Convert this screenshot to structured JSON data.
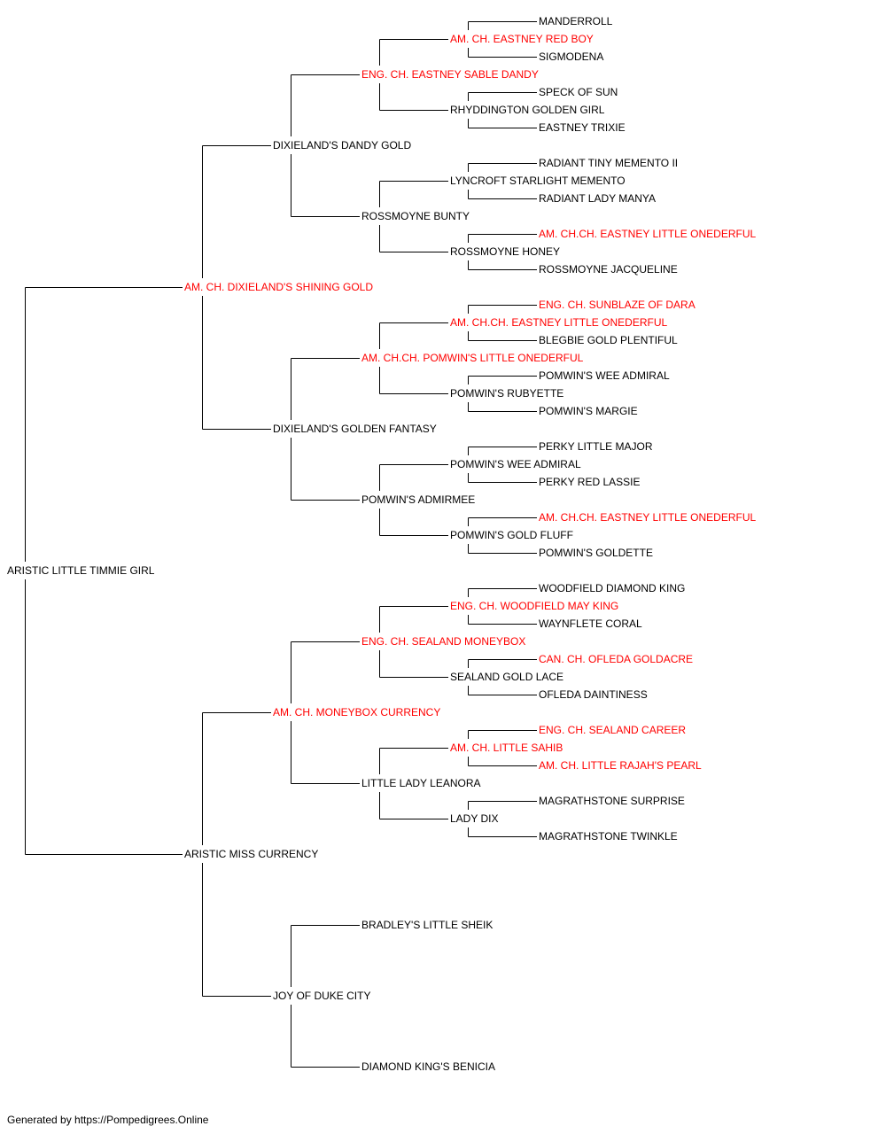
{
  "champion_color": "#ff0000",
  "text_color": "#000000",
  "line_color": "#000000",
  "footer": "Generated by https://Pompedigrees.Online",
  "nodes": [
    {
      "id": "root",
      "gen": 0,
      "row": 31,
      "name": "ARISTIC LITTLE TIMMIE GIRL",
      "champion": false
    },
    {
      "id": "s",
      "gen": 1,
      "row": 15,
      "name": "AM. CH. DIXIELAND'S SHINING GOLD",
      "champion": true,
      "parent": "root"
    },
    {
      "id": "d",
      "gen": 1,
      "row": 47,
      "name": "ARISTIC MISS CURRENCY",
      "champion": false,
      "parent": "root"
    },
    {
      "id": "ss",
      "gen": 2,
      "row": 7,
      "name": "DIXIELAND'S DANDY GOLD",
      "champion": false,
      "parent": "s"
    },
    {
      "id": "sd",
      "gen": 2,
      "row": 23,
      "name": "DIXIELAND'S GOLDEN FANTASY",
      "champion": false,
      "parent": "s"
    },
    {
      "id": "ds",
      "gen": 2,
      "row": 39,
      "name": "AM. CH. MONEYBOX CURRENCY",
      "champion": true,
      "parent": "d"
    },
    {
      "id": "dd",
      "gen": 2,
      "row": 55,
      "name": "JOY OF DUKE CITY",
      "champion": false,
      "parent": "d"
    },
    {
      "id": "sss",
      "gen": 3,
      "row": 3,
      "name": "ENG. CH. EASTNEY SABLE DANDY",
      "champion": true,
      "parent": "ss"
    },
    {
      "id": "ssd",
      "gen": 3,
      "row": 11,
      "name": "ROSSMOYNE BUNTY",
      "champion": false,
      "parent": "ss"
    },
    {
      "id": "sds",
      "gen": 3,
      "row": 19,
      "name": "AM. CH.CH. POMWIN'S LITTLE ONEDERFUL",
      "champion": true,
      "parent": "sd"
    },
    {
      "id": "sdd",
      "gen": 3,
      "row": 27,
      "name": "POMWIN'S ADMIRMEE",
      "champion": false,
      "parent": "sd"
    },
    {
      "id": "dss",
      "gen": 3,
      "row": 35,
      "name": "ENG. CH. SEALAND MONEYBOX",
      "champion": true,
      "parent": "ds"
    },
    {
      "id": "dsd",
      "gen": 3,
      "row": 43,
      "name": "LITTLE LADY LEANORA",
      "champion": false,
      "parent": "ds"
    },
    {
      "id": "dds",
      "gen": 3,
      "row": 51,
      "name": "BRADLEY'S LITTLE SHEIK",
      "champion": false,
      "parent": "dd"
    },
    {
      "id": "ddd",
      "gen": 3,
      "row": 59,
      "name": "DIAMOND KING'S BENICIA",
      "champion": false,
      "parent": "dd"
    },
    {
      "id": "ssss",
      "gen": 4,
      "row": 1,
      "name": "AM. CH. EASTNEY RED BOY",
      "champion": true,
      "parent": "sss"
    },
    {
      "id": "sssd",
      "gen": 4,
      "row": 5,
      "name": "RHYDDINGTON GOLDEN GIRL",
      "champion": false,
      "parent": "sss"
    },
    {
      "id": "ssds",
      "gen": 4,
      "row": 9,
      "name": "LYNCROFT STARLIGHT MEMENTO",
      "champion": false,
      "parent": "ssd"
    },
    {
      "id": "ssdd",
      "gen": 4,
      "row": 13,
      "name": "ROSSMOYNE HONEY",
      "champion": false,
      "parent": "ssd"
    },
    {
      "id": "sdss",
      "gen": 4,
      "row": 17,
      "name": "AM. CH.CH. EASTNEY LITTLE ONEDERFUL",
      "champion": true,
      "parent": "sds"
    },
    {
      "id": "sdsd",
      "gen": 4,
      "row": 21,
      "name": "POMWIN'S RUBYETTE",
      "champion": false,
      "parent": "sds"
    },
    {
      "id": "sdds",
      "gen": 4,
      "row": 25,
      "name": "POMWIN'S WEE ADMIRAL",
      "champion": false,
      "parent": "sdd"
    },
    {
      "id": "sddd",
      "gen": 4,
      "row": 29,
      "name": "POMWIN'S GOLD FLUFF",
      "champion": false,
      "parent": "sdd"
    },
    {
      "id": "dsss",
      "gen": 4,
      "row": 33,
      "name": "ENG. CH. WOODFIELD MAY KING",
      "champion": true,
      "parent": "dss"
    },
    {
      "id": "dssd",
      "gen": 4,
      "row": 37,
      "name": "SEALAND GOLD LACE",
      "champion": false,
      "parent": "dss"
    },
    {
      "id": "dsds",
      "gen": 4,
      "row": 41,
      "name": "AM. CH. LITTLE SAHIB",
      "champion": true,
      "parent": "dsd"
    },
    {
      "id": "dsdd",
      "gen": 4,
      "row": 45,
      "name": "LADY DIX",
      "champion": false,
      "parent": "dsd"
    },
    {
      "id": "g5-0",
      "gen": 5,
      "row": 0,
      "name": "MANDERROLL",
      "champion": false,
      "parent": "ssss"
    },
    {
      "id": "g5-1",
      "gen": 5,
      "row": 2,
      "name": "SIGMODENA",
      "champion": false,
      "parent": "ssss"
    },
    {
      "id": "g5-2",
      "gen": 5,
      "row": 4,
      "name": "SPECK OF SUN",
      "champion": false,
      "parent": "sssd"
    },
    {
      "id": "g5-3",
      "gen": 5,
      "row": 6,
      "name": "EASTNEY TRIXIE",
      "champion": false,
      "parent": "sssd"
    },
    {
      "id": "g5-4",
      "gen": 5,
      "row": 8,
      "name": "RADIANT TINY MEMENTO II",
      "champion": false,
      "parent": "ssds"
    },
    {
      "id": "g5-5",
      "gen": 5,
      "row": 10,
      "name": "RADIANT LADY MANYA",
      "champion": false,
      "parent": "ssds"
    },
    {
      "id": "g5-6",
      "gen": 5,
      "row": 12,
      "name": "AM. CH.CH. EASTNEY LITTLE ONEDERFUL",
      "champion": true,
      "parent": "ssdd"
    },
    {
      "id": "g5-7",
      "gen": 5,
      "row": 14,
      "name": "ROSSMOYNE JACQUELINE",
      "champion": false,
      "parent": "ssdd"
    },
    {
      "id": "g5-8",
      "gen": 5,
      "row": 16,
      "name": "ENG. CH. SUNBLAZE OF DARA",
      "champion": true,
      "parent": "sdss"
    },
    {
      "id": "g5-9",
      "gen": 5,
      "row": 18,
      "name": "BLEGBIE GOLD PLENTIFUL",
      "champion": false,
      "parent": "sdss"
    },
    {
      "id": "g5-10",
      "gen": 5,
      "row": 20,
      "name": "POMWIN'S WEE ADMIRAL",
      "champion": false,
      "parent": "sdsd"
    },
    {
      "id": "g5-11",
      "gen": 5,
      "row": 22,
      "name": "POMWIN'S MARGIE",
      "champion": false,
      "parent": "sdsd"
    },
    {
      "id": "g5-12",
      "gen": 5,
      "row": 24,
      "name": "PERKY LITTLE MAJOR",
      "champion": false,
      "parent": "sdds"
    },
    {
      "id": "g5-13",
      "gen": 5,
      "row": 26,
      "name": "PERKY RED LASSIE",
      "champion": false,
      "parent": "sdds"
    },
    {
      "id": "g5-14",
      "gen": 5,
      "row": 28,
      "name": "AM. CH.CH. EASTNEY LITTLE ONEDERFUL",
      "champion": true,
      "parent": "sddd"
    },
    {
      "id": "g5-15",
      "gen": 5,
      "row": 30,
      "name": "POMWIN'S GOLDETTE",
      "champion": false,
      "parent": "sddd"
    },
    {
      "id": "g5-16",
      "gen": 5,
      "row": 32,
      "name": "WOODFIELD DIAMOND KING",
      "champion": false,
      "parent": "dsss"
    },
    {
      "id": "g5-17",
      "gen": 5,
      "row": 34,
      "name": "WAYNFLETE CORAL",
      "champion": false,
      "parent": "dsss"
    },
    {
      "id": "g5-18",
      "gen": 5,
      "row": 36,
      "name": "CAN. CH. OFLEDA GOLDACRE",
      "champion": true,
      "parent": "dssd"
    },
    {
      "id": "g5-19",
      "gen": 5,
      "row": 38,
      "name": "OFLEDA DAINTINESS",
      "champion": false,
      "parent": "dssd"
    },
    {
      "id": "g5-20",
      "gen": 5,
      "row": 40,
      "name": "ENG. CH. SEALAND CAREER",
      "champion": true,
      "parent": "dsds"
    },
    {
      "id": "g5-21",
      "gen": 5,
      "row": 42,
      "name": "AM. CH. LITTLE RAJAH'S PEARL",
      "champion": true,
      "parent": "dsds"
    },
    {
      "id": "g5-22",
      "gen": 5,
      "row": 44,
      "name": "MAGRATHSTONE SURPRISE",
      "champion": false,
      "parent": "dsdd"
    },
    {
      "id": "g5-23",
      "gen": 5,
      "row": 46,
      "name": "MAGRATHSTONE TWINKLE",
      "champion": false,
      "parent": "dsdd"
    }
  ]
}
